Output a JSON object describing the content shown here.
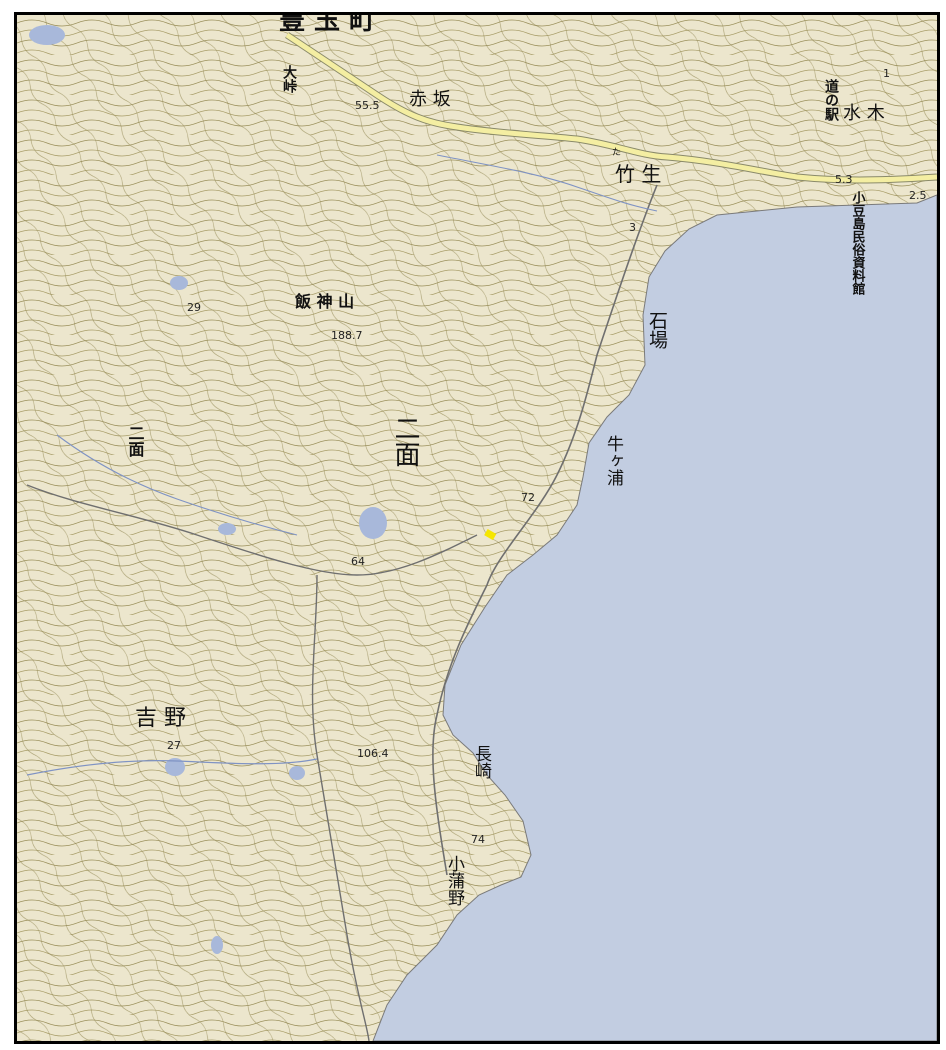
{
  "map": {
    "colors": {
      "land": "#ece6cd",
      "sea": "#c2cde1",
      "contour": "#9a8f5a",
      "road_main": "#f4eea2",
      "pond": "#a8b8da",
      "marker": "#f5e600"
    },
    "place_labels": {
      "top_town": "豊 玉 町",
      "akasaka": "赤 坂",
      "takeo": "竹 生",
      "takeo_ruby": "た",
      "michi_no_eki": "道の駅",
      "mizuki": "水 木",
      "museum": "小豆島民俗資料館",
      "ishiba": "石場",
      "iijinyama": "飯 神 山",
      "nimen_center": "二面",
      "nimen_west": "二面",
      "ushigaura": "牛ヶ浦",
      "yoshino": "吉 野",
      "nagasaki": "長崎",
      "kogamano": "小蒲野",
      "owase": "大峠"
    },
    "elevations": {
      "e55_5": "55.5",
      "e5_3": "5.3",
      "e2_5": "2.5",
      "e3": "3",
      "e29": "29",
      "e188_7": "188.7",
      "e72": "72",
      "e64": "64",
      "e27": "27",
      "e106_4": "106.4",
      "e74": "74",
      "e1": "1"
    }
  }
}
